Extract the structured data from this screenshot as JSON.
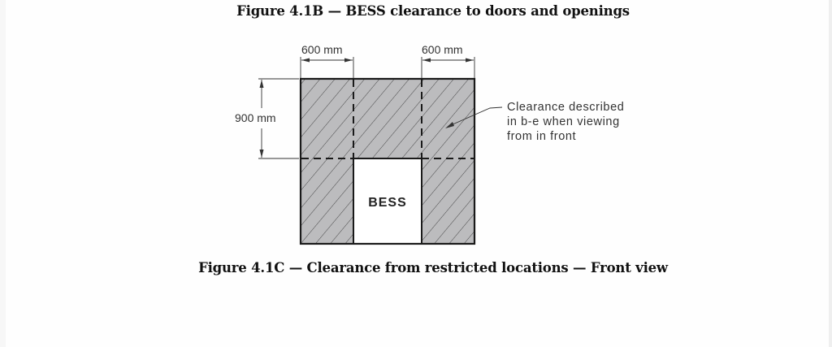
{
  "document": {
    "figure_b_caption": "Figure 4.1B — BESS clearance to doors and openings",
    "figure_c_caption": "Figure 4.1C — Clearance from restricted locations — Front view"
  },
  "diagram": {
    "dim_left_width": "600 mm",
    "dim_right_width": "600 mm",
    "dim_height": "900 mm",
    "bess_label": "BESS",
    "callout_line1": "Clearance described",
    "callout_line2": "in b-e when viewing",
    "callout_line3": "from in front",
    "colors": {
      "hatch_fill": "#bcbcbe",
      "outline": "#1a1a1a",
      "dim_line": "#333333"
    }
  }
}
